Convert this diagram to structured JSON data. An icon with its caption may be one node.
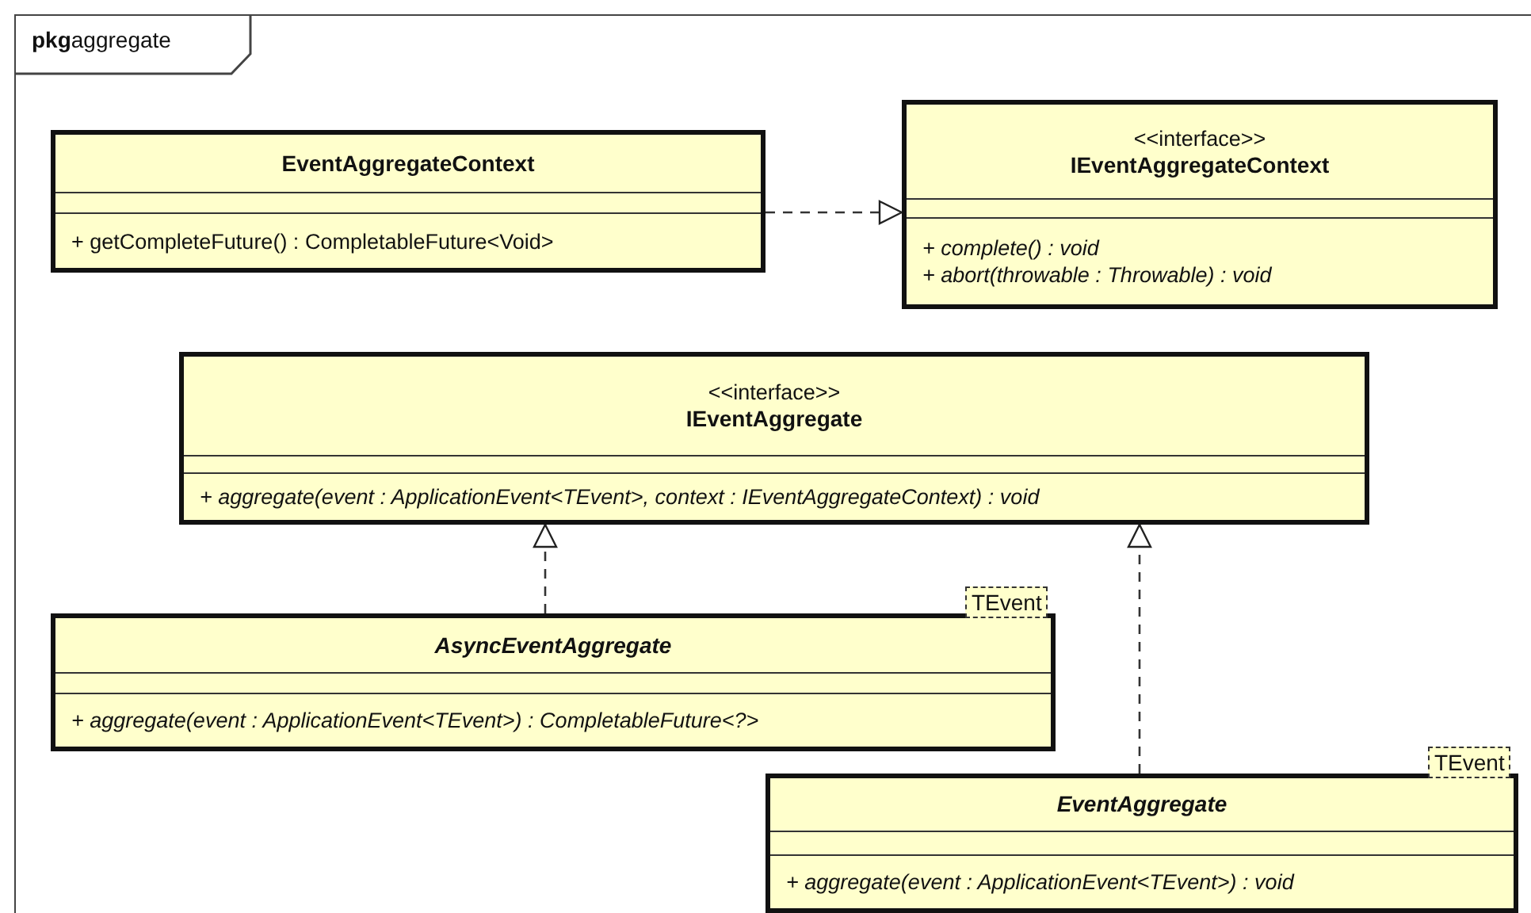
{
  "diagram": {
    "nodes": [
      {
        "text": [
          "**pkg**aggregate"
        ]
      },
      {
        "text": [
          "EventAggregateContext",
          "+ getCompleteFuture() : CompletableFuture<Void>"
        ],
        "in": 0
      },
      {
        "text": [
          "<<interface>>",
          "IEventAggregateContext",
          "+ complete() : void",
          "+ abort(throwable : Throwable) : void"
        ],
        "in": 0
      },
      {
        "text": [
          "<<interface>>",
          "IEventAggregate",
          "+ aggregate(event : ApplicationEvent<TEvent>, context : IEventAggregateContext) : void"
        ],
        "in": 0
      },
      {
        "text": [
          "AsyncEventAggregate",
          "+ aggregate(event : ApplicationEvent<TEvent>) : CompletableFuture<?>"
        ],
        "in": 0,
        "beside": [
          "TEvent"
        ]
      },
      {
        "text": [
          "EventAggregate",
          "+ aggregate(event : ApplicationEvent<TEvent>) : void"
        ],
        "in": 0,
        "beside": [
          "TEvent"
        ]
      }
    ],
    "edges": [
      {
        "from": 1,
        "to": 2,
        "arrow": "to",
        "style": "dashed"
      },
      {
        "from": 4,
        "to": 3,
        "arrow": "to",
        "style": "dashed"
      },
      {
        "from": 5,
        "to": 3,
        "arrow": "to",
        "style": "dashed"
      }
    ]
  }
}
